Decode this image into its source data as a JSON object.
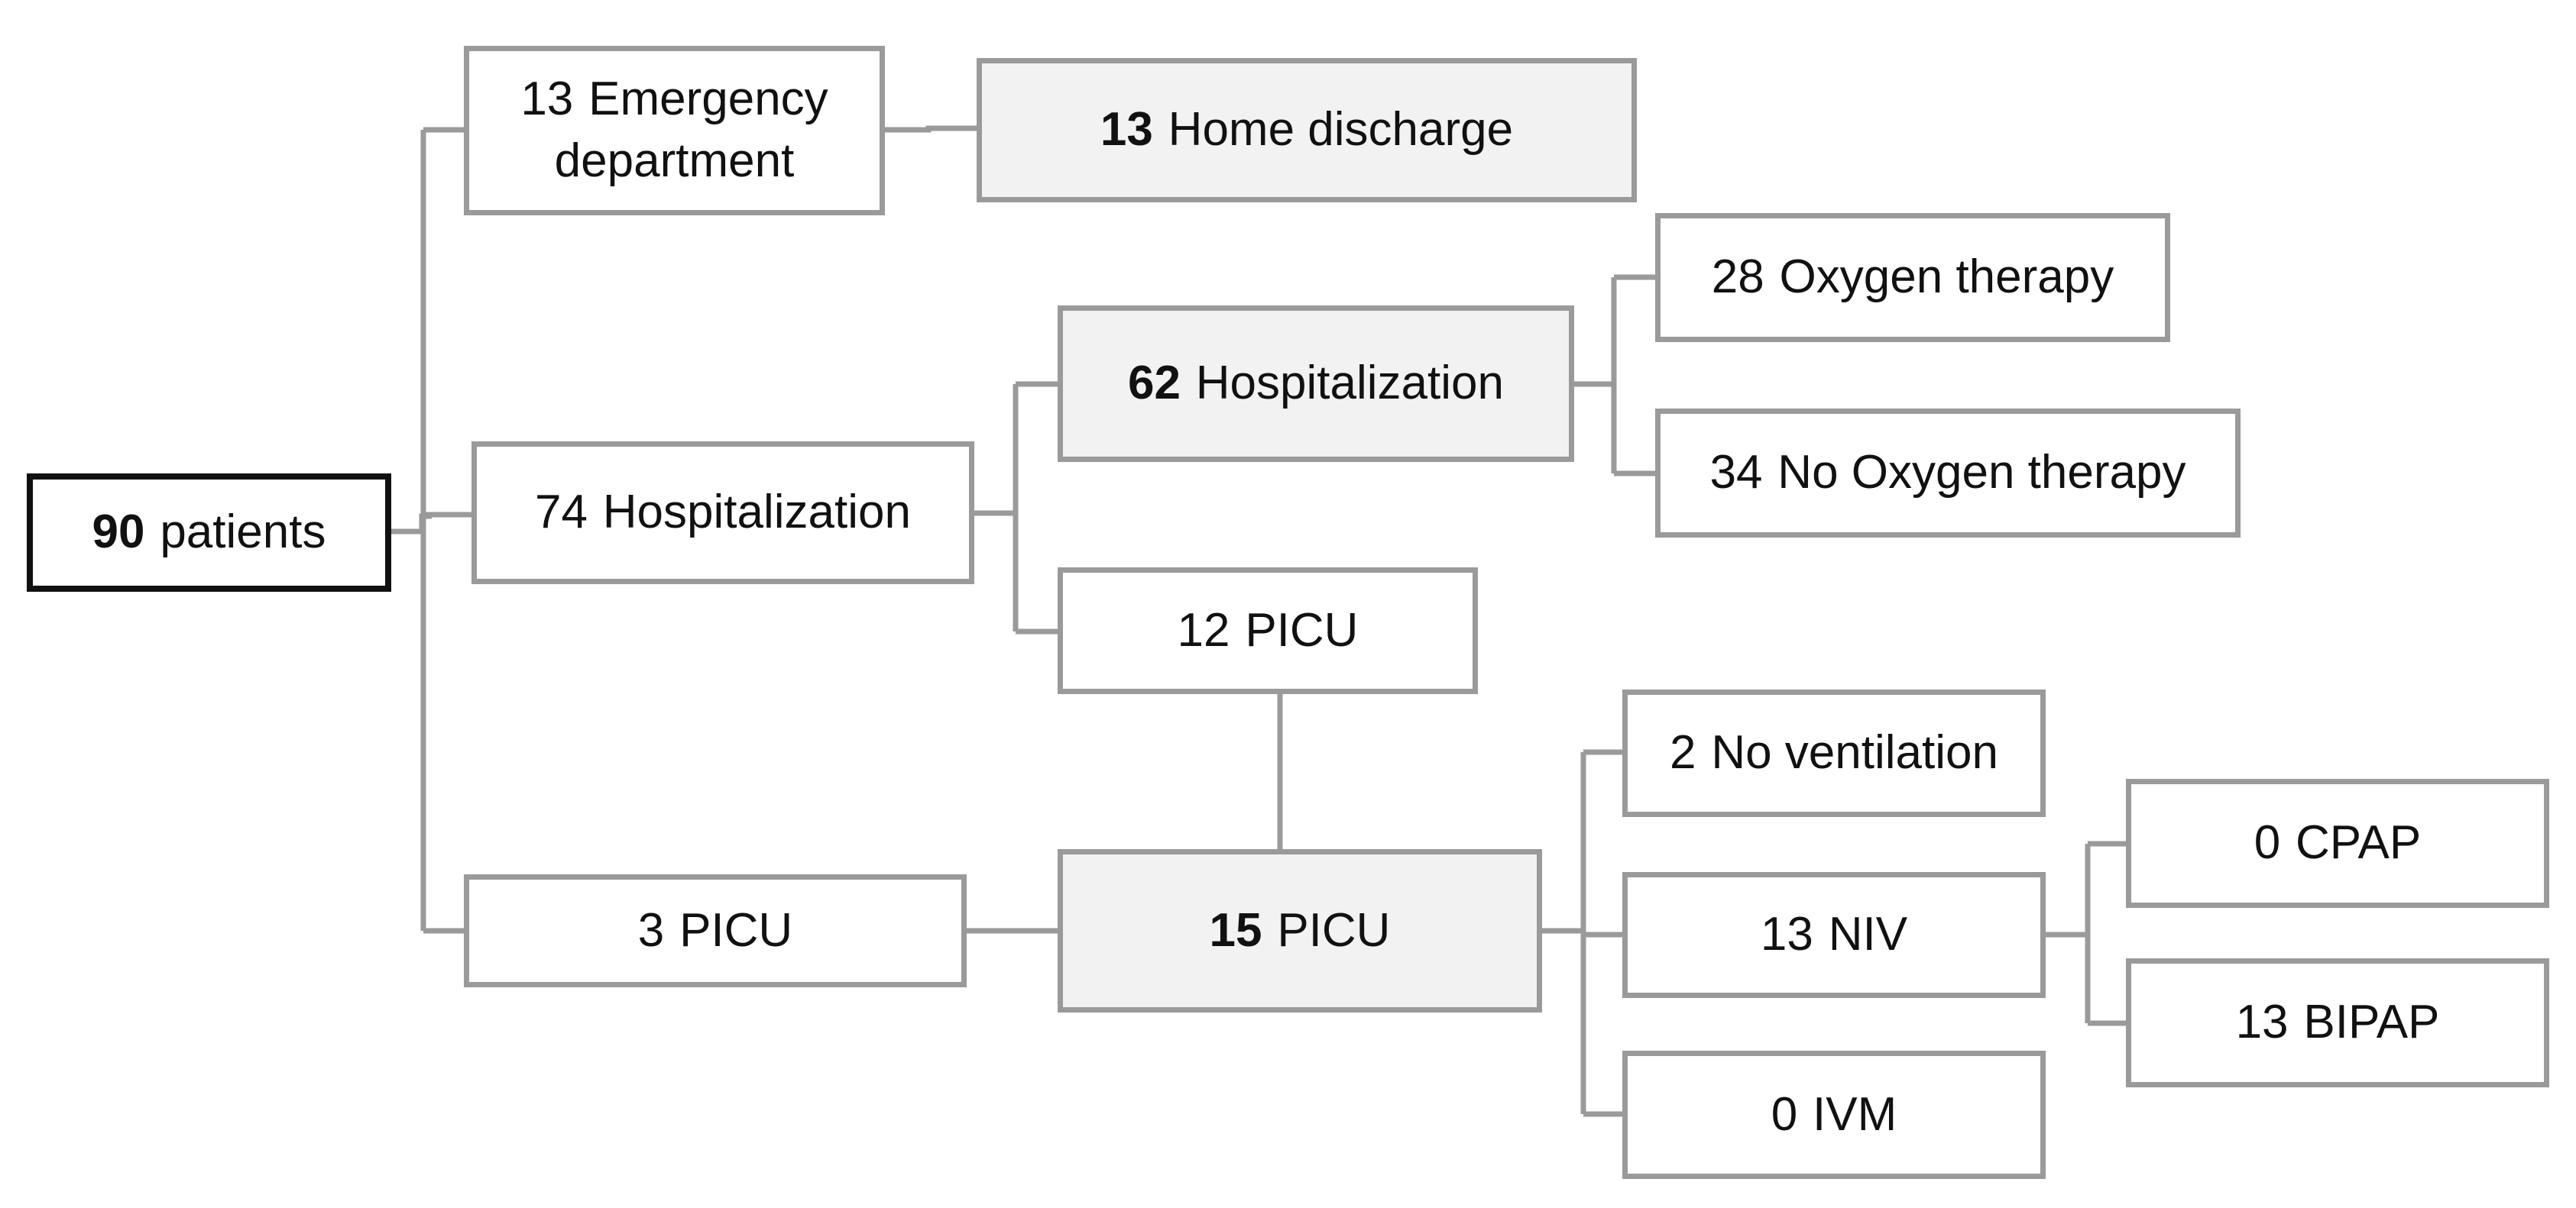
{
  "nodes": {
    "root": {
      "num": "90",
      "label": "patients"
    },
    "ed": {
      "num": "13",
      "label": "Emergency department"
    },
    "home": {
      "num": "13",
      "label": "Home discharge"
    },
    "hosp74": {
      "num": "74",
      "label": "Hospitalization"
    },
    "hosp62": {
      "num": "62",
      "label": "Hospitalization"
    },
    "oxy": {
      "num": "28",
      "label": "Oxygen therapy"
    },
    "nooxy": {
      "num": "34",
      "label": "No Oxygen therapy"
    },
    "picu12": {
      "num": "12",
      "label": "PICU"
    },
    "picu3": {
      "num": "3",
      "label": "PICU"
    },
    "picu15": {
      "num": "15",
      "label": "PICU"
    },
    "novent": {
      "num": "2",
      "label": "No ventilation"
    },
    "niv": {
      "num": "13",
      "label": "NIV"
    },
    "ivm": {
      "num": "0",
      "label": "IVM"
    },
    "cpap": {
      "num": "0",
      "label": "CPAP"
    },
    "bipap": {
      "num": "13",
      "label": "BIPAP"
    }
  },
  "colors": {
    "line": "#9a9a9a",
    "root_border": "#111111",
    "shaded_fill": "#f2f2f2"
  }
}
